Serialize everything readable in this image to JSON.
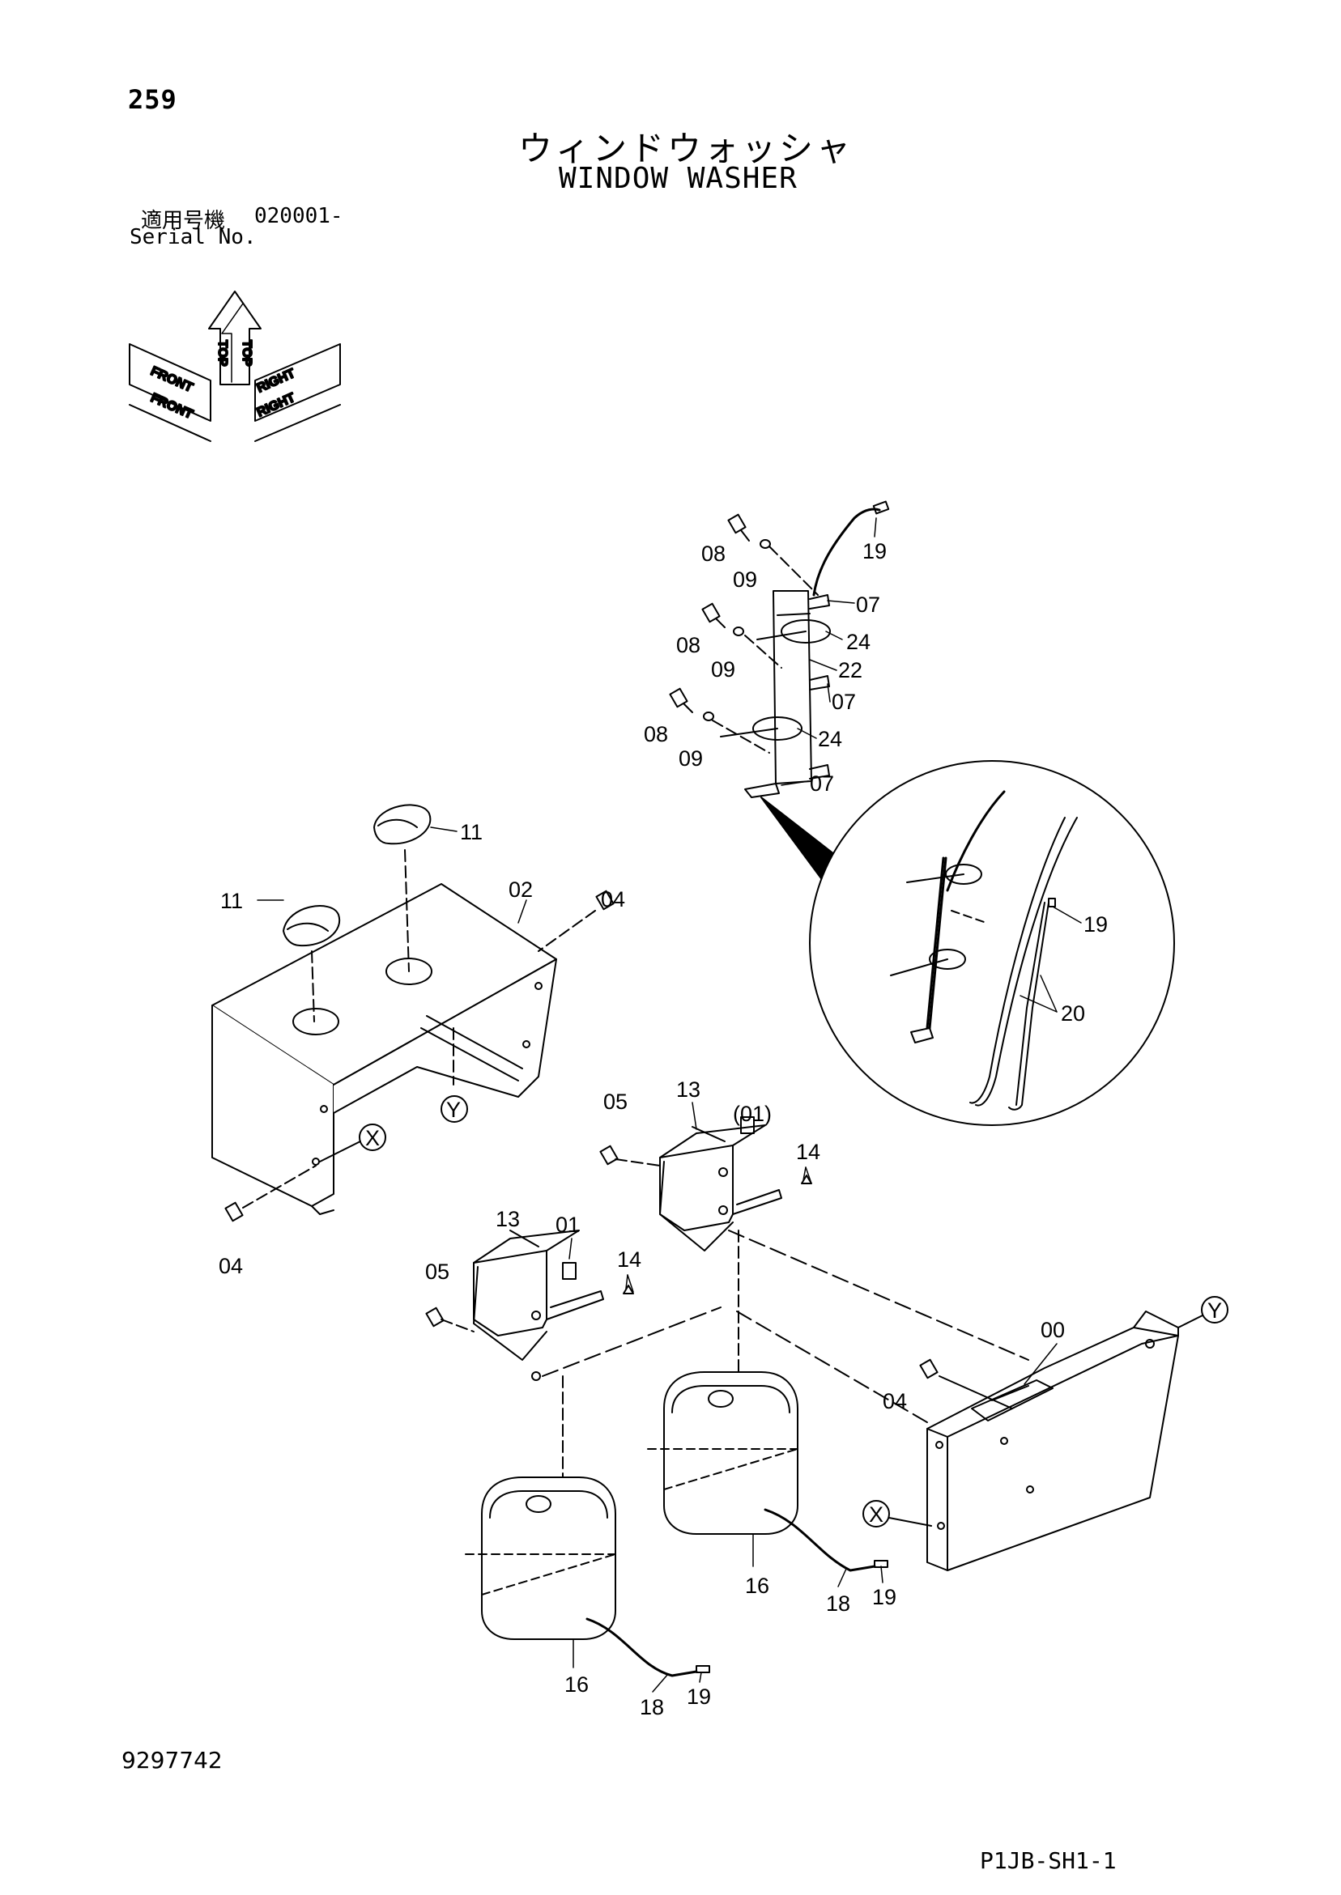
{
  "header": {
    "page_number": "259",
    "title_jp": "ウィンドウォッシャ",
    "title_en": "WINDOW WASHER",
    "serial_label_jp": "適用号機",
    "serial_value": "020001-",
    "serial_label_en": "Serial No."
  },
  "orientation": {
    "top1": "TOP",
    "top2": "TOP",
    "front1": "FRONT",
    "front2": "FRONT",
    "right1": "RIGHT",
    "right2": "RIGHT"
  },
  "callouts": {
    "c08a": "08",
    "c09a": "09",
    "c19a": "19",
    "c07a": "07",
    "c08b": "08",
    "c09b": "09",
    "c24a": "24",
    "c22": "22",
    "c07b": "07",
    "c08c": "08",
    "c09c": "09",
    "c24b": "24",
    "c07c": "07",
    "c11a": "11",
    "c11b": "11",
    "c02": "02",
    "c04a": "04",
    "c19b": "19",
    "c20": "20",
    "cY1": "Y",
    "cX1": "X",
    "c04b": "04",
    "c13a": "13",
    "c05a": "05",
    "c01a": "(01)",
    "c14a": "14",
    "c13b": "13",
    "c01b": "01",
    "c05b": "05",
    "c14b": "14",
    "c00": "00",
    "cY2": "Y",
    "c04c": "04",
    "cX2": "X",
    "c16a": "16",
    "c18a": "18",
    "c19c": "19",
    "c16b": "16",
    "c18b": "18",
    "c19d": "19"
  },
  "footer": {
    "doc_number": "9297742",
    "page_code": "P1JB-SH1-1"
  }
}
